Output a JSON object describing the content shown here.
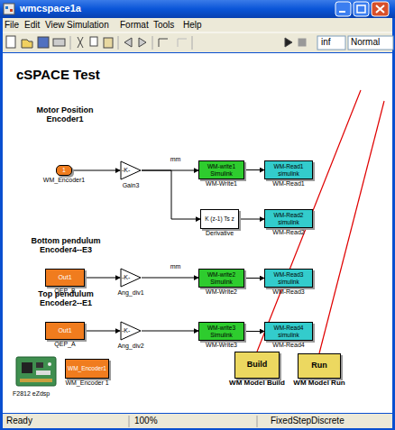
{
  "diagram": {
    "title": "cSPACE Test",
    "nodes": [
      {
        "text": [
          "1",
          "WM_Encoder1"
        ]
      },
      {
        "text": [
          "-K-",
          "Gain3"
        ]
      },
      {
        "text": [
          "WM-write1 Simulink",
          "WM-Write1"
        ]
      },
      {
        "text": [
          "WM-Read1 simulink",
          "WM-Read1"
        ]
      },
      {
        "text": [
          "K (z-1) Ts z",
          "Derivative"
        ]
      },
      {
        "text": [
          "WM-Read2 simulink",
          "WM-Read2"
        ]
      },
      {
        "text": [
          "Out1",
          "QEP_B"
        ]
      },
      {
        "text": [
          "-K-",
          "Ang_div1"
        ]
      },
      {
        "text": [
          "WM-write2 Simulink",
          "WM-Write2"
        ]
      },
      {
        "text": [
          "WM-Read3 simulink",
          "WM-Read3"
        ]
      },
      {
        "text": [
          "Out1",
          "QEP_A"
        ]
      },
      {
        "text": [
          "-K-",
          "Ang_div2"
        ]
      },
      {
        "text": [
          "WM-write3 Simulink",
          "WM-Write3"
        ]
      },
      {
        "text": [
          "WM-Read4 simulink",
          "WM-Read4"
        ]
      },
      {
        "text": [
          "WM_Encoder1",
          "WM_Encoder 1"
        ]
      },
      {
        "text": [
          "Build",
          "WM Model Build"
        ]
      },
      {
        "text": [
          "Run",
          "WM Model Run"
        ]
      }
    ],
    "edges": [
      {
        "from": 0,
        "to": 1,
        "arrow": "to"
      },
      {
        "from": 1,
        "to": 2,
        "label": "mm",
        "arrow": "to"
      },
      {
        "from": 1,
        "to": 4,
        "arrow": "to"
      },
      {
        "from": 2,
        "to": 3,
        "arrow": "to"
      },
      {
        "from": 4,
        "to": 5,
        "arrow": "to"
      },
      {
        "from": 6,
        "to": 7,
        "arrow": "to"
      },
      {
        "from": 7,
        "to": 8,
        "label": "mm",
        "arrow": "to"
      },
      {
        "from": 8,
        "to": 9,
        "arrow": "to"
      },
      {
        "from": 10,
        "to": 11,
        "arrow": "to"
      },
      {
        "from": 11,
        "to": 12,
        "arrow": "to"
      },
      {
        "from": 12,
        "to": 13,
        "arrow": "to"
      }
    ],
    "labels": [
      "wmcspace1a",
      "File",
      "Edit",
      "View",
      "Simulation",
      "Format",
      "Tools",
      "Help",
      "inf",
      "Normal",
      "Motor Position Encoder1",
      "Bottom pendulum Encoder4--E3",
      "Top pendulum Encoder2--E1",
      "F2812 eZdsp",
      "Ready",
      "100%",
      "FixedStepDiscrete"
    ]
  }
}
